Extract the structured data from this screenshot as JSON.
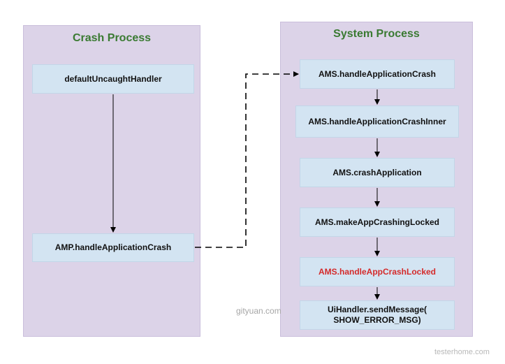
{
  "colors": {
    "lane_fill": "#dcd3e8",
    "node_fill": "#d3e4f2",
    "title_green": "#3a7a32",
    "highlight_red": "#d42a2a",
    "arrow": "#000000"
  },
  "lanes": {
    "crash": {
      "title": "Crash Process"
    },
    "system": {
      "title": "System Process"
    }
  },
  "nodes": {
    "default_handler": "defaultUncaughtHandler",
    "amp_crash": "AMP.handleApplicationCrash",
    "ams_crash": "AMS.handleApplicationCrash",
    "ams_crash_inner": "AMS.handleApplicationCrashInner",
    "ams_crash_app": "AMS.crashApplication",
    "ams_make_crashing": "AMS.makeAppCrashingLocked",
    "ams_app_crash_locked": "AMS.handleAppCrashLocked",
    "ui_send_message": "UiHandler.sendMessage(\nSHOW_ERROR_MSG)"
  },
  "watermarks": {
    "gityuan": "gityuan.com",
    "testerhome": "testerhome.com"
  }
}
